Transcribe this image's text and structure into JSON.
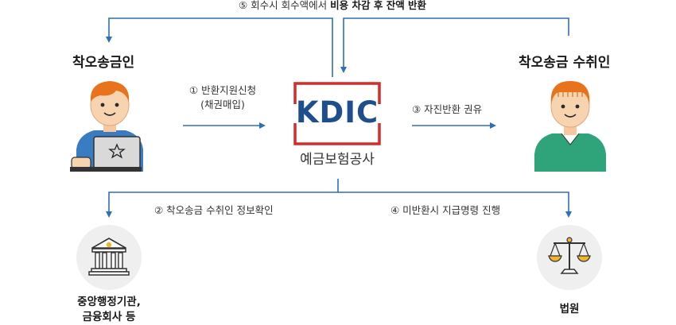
{
  "top": {
    "label_prefix": "⑤ 회수시 회수액에서 ",
    "label_bold": "비용 차감 후 잔액 반환"
  },
  "sender": {
    "title": "착오송금인"
  },
  "recipient": {
    "title": "착오송금 수취인"
  },
  "kdic": {
    "logo_text": "KDIC",
    "name": "예금보험공사"
  },
  "steps": {
    "step1_line1": "① 반환지원신청",
    "step1_line2": "(채권매입)",
    "step2": "② 착오송금 수취인 정보확인",
    "step3": "③ 자진반환 권유",
    "step4": "④ 미반환시 지급명령 진행"
  },
  "agency": {
    "line1": "중앙행정기관,",
    "line2": "금융회사 등"
  },
  "court": {
    "name": "법원"
  },
  "colors": {
    "arrow": "#2f6fb5",
    "kdic_red": "#d52b2b",
    "kdic_blue": "#1f4e8c",
    "hair": "#e8731c",
    "shirt_sender": "#3a7cc2",
    "shirt_recipient": "#2fa37a"
  }
}
